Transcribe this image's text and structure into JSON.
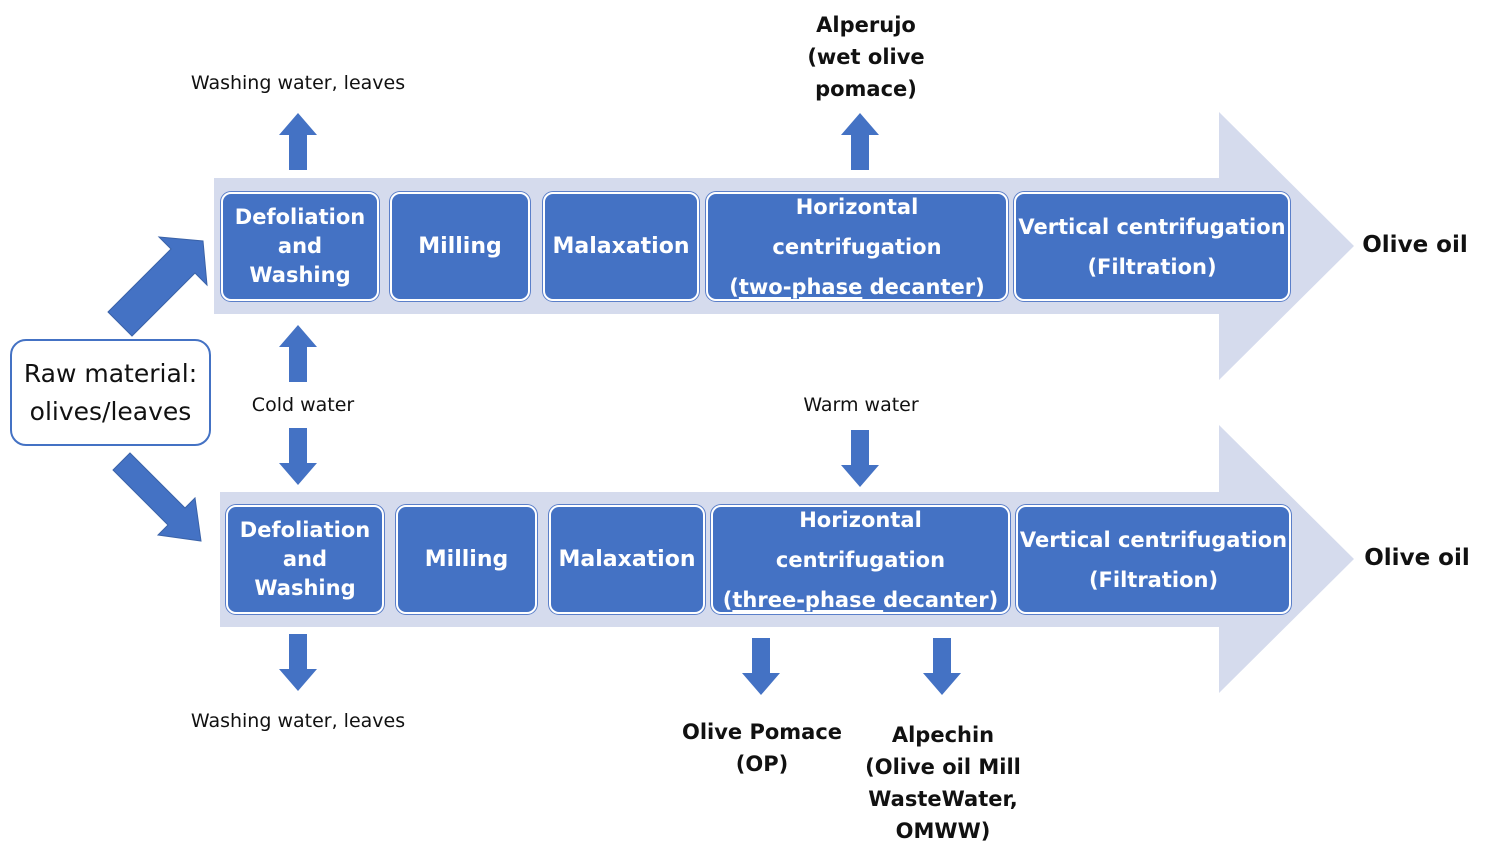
{
  "raw_material": {
    "line1": "Raw material:",
    "line2": "olives/leaves"
  },
  "two_phase": {
    "steps": {
      "defoliation": [
        "Defoliation",
        "and",
        "Washing"
      ],
      "milling": "Milling",
      "malaxation": "Malaxation",
      "horizontal": {
        "line1": "Horizontal centrifugation",
        "pre": "(",
        "underlined": "two-phase",
        "post": " decanter)"
      },
      "vertical": {
        "line1": "Vertical centrifugation",
        "line2": "(Filtration)"
      }
    },
    "output": "Olive oil",
    "top_left_label": "Washing water, leaves",
    "top_right_label": [
      "Alperujo",
      "(wet olive",
      "pomace)"
    ]
  },
  "inputs": {
    "cold_water": "Cold water",
    "warm_water": "Warm water"
  },
  "three_phase": {
    "steps": {
      "defoliation": [
        "Defoliation",
        "and",
        "Washing"
      ],
      "milling": "Milling",
      "malaxation": "Malaxation",
      "horizontal": {
        "line1": "Horizontal centrifugation",
        "pre": "(",
        "underlined": "three-phase ",
        "post": "decanter)"
      },
      "vertical": {
        "line1": "Vertical centrifugation",
        "line2": "(Filtration)"
      }
    },
    "output": "Olive oil",
    "bottom_left_label": "Washing water, leaves",
    "pomace_label": [
      "Olive Pomace",
      "(OP)"
    ],
    "alpechin_label": [
      "Alpechin",
      "(Olive oil Mill",
      "WasteWater,",
      "OMWW)"
    ]
  },
  "colors": {
    "box": "#4472c4",
    "band": "#d5dbed",
    "arrow": "#4472c4"
  }
}
